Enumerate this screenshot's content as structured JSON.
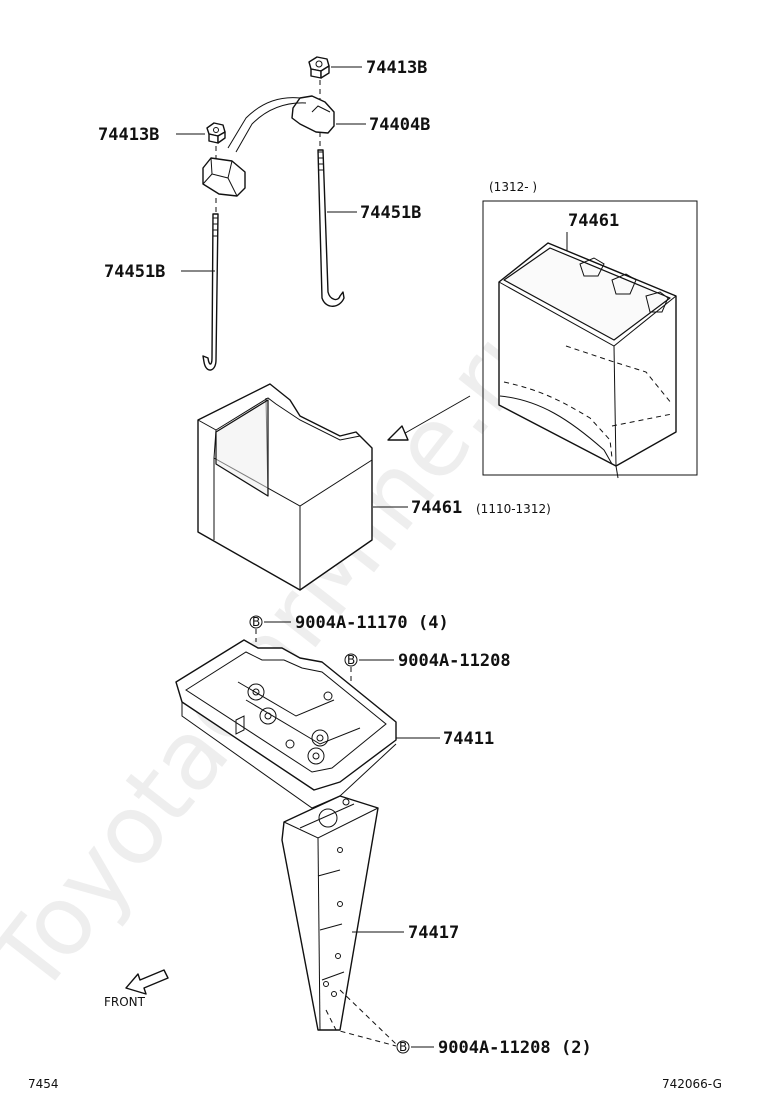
{
  "watermark": "ToyotaCarMine.ru",
  "labels": {
    "nut_top": "74413B",
    "clamp": "74404B",
    "nut_left": "74413B",
    "rod_right": "74451B",
    "rod_left": "74451B",
    "inset_box_range": "(1312-      )",
    "inset_insulator": "74461",
    "insulator": "74461",
    "insulator_range": "(1110-1312)",
    "bolt_b1": "9004A-11170",
    "bolt_b1_qty": "(4)",
    "bolt_b2": "9004A-11208",
    "tray": "74411",
    "bracket": "74417",
    "bolt_b3": "9004A-11208",
    "bolt_b3_qty": "(2)",
    "circle_b": "B",
    "front": "FRONT"
  },
  "footer": {
    "left_code": "7454",
    "right_code": "742066-G"
  }
}
